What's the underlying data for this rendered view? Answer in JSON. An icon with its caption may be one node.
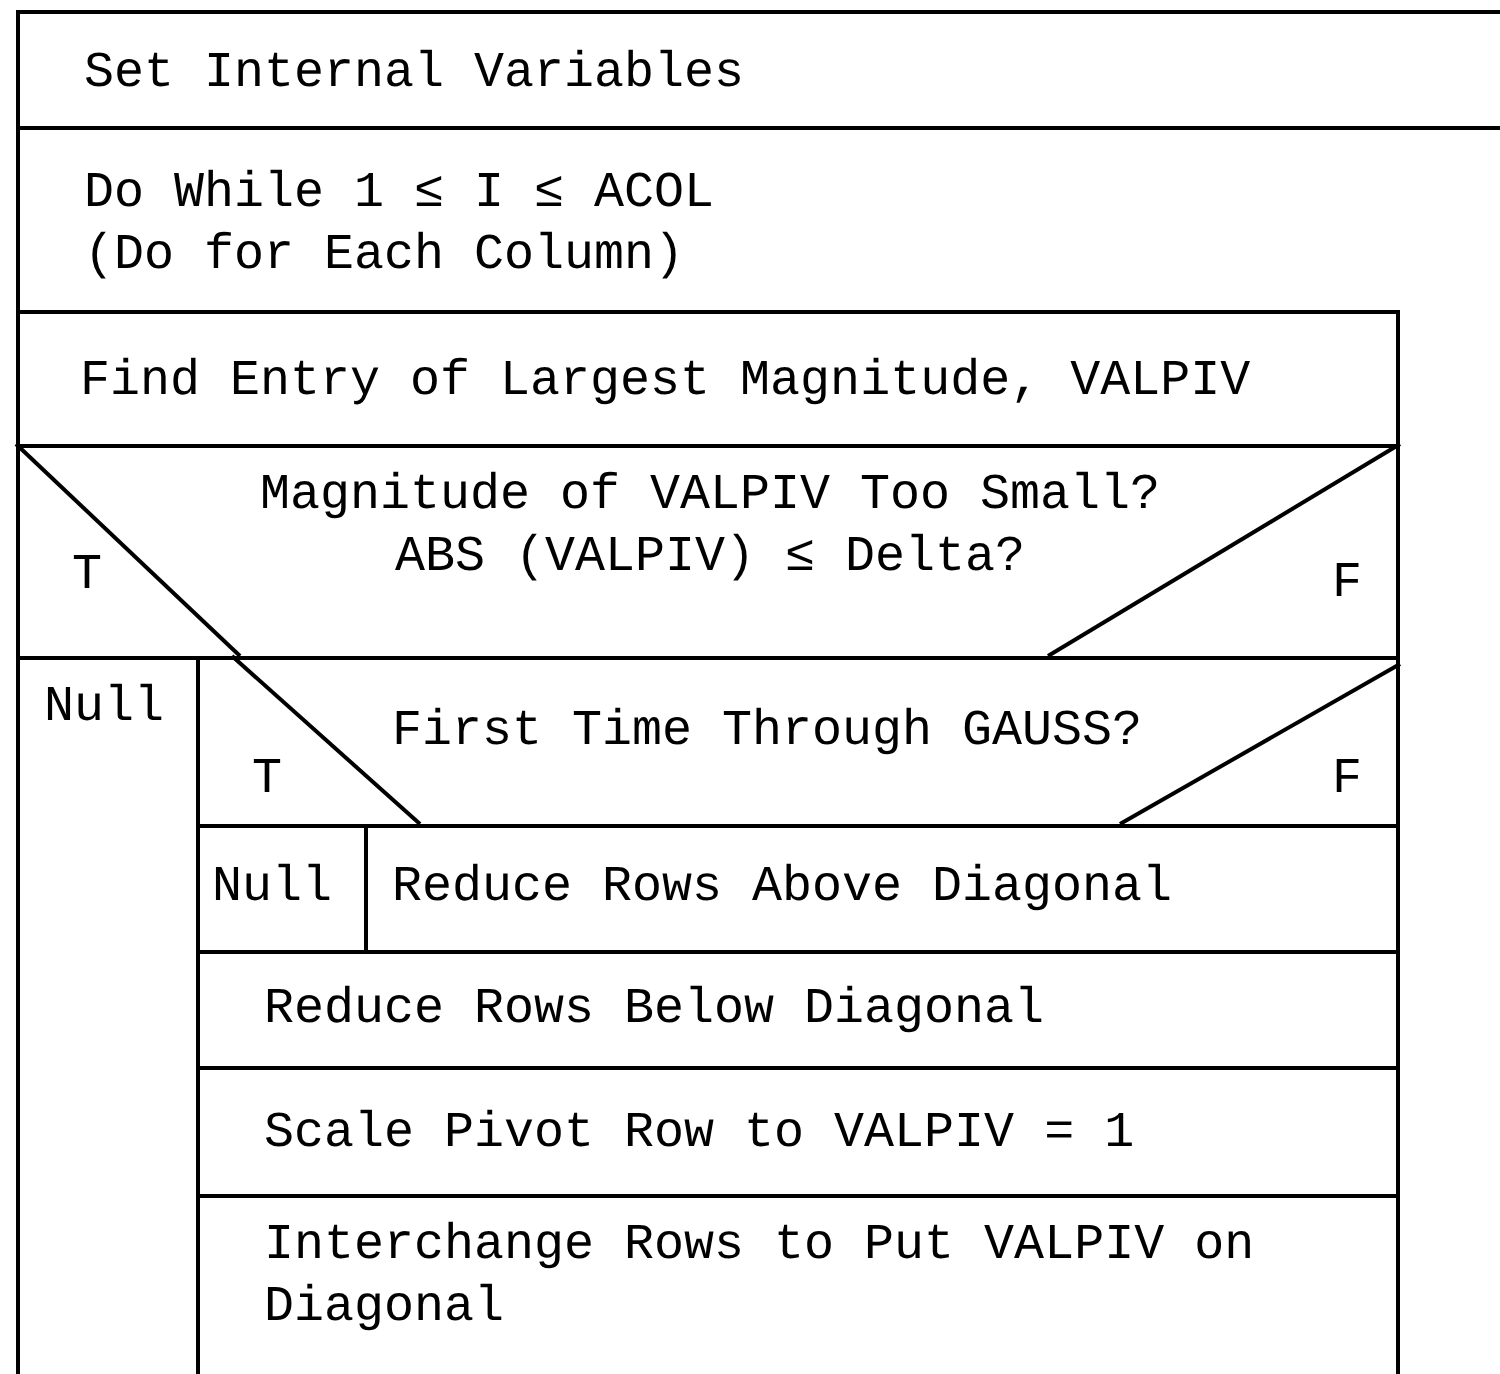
{
  "diagram": {
    "nodes": [
      {
        "text": [
          "Set Internal Variables"
        ]
      },
      {
        "text": [
          "Do While 1 ≤ I ≤ ACOL",
          "(Do for Each Column)"
        ]
      },
      {
        "text": [
          "Find Entry of Largest Magnitude, VALPIV"
        ],
        "in": 1
      },
      {
        "text": [
          "T",
          "Magnitude of VALPIV Too Small? ABS (VALPIV) ≤ Delta?",
          "F"
        ],
        "in": 1
      },
      {
        "text": [
          "Null"
        ],
        "in": 1
      },
      {
        "text": [
          "T",
          "First Time Through GAUSS?",
          "F"
        ],
        "in": 1
      },
      {
        "text": [
          "Null"
        ],
        "in": 1
      },
      {
        "text": [
          "Reduce Rows Above Diagonal"
        ],
        "in": 1
      },
      {
        "text": [
          "Reduce Rows Below Diagonal"
        ],
        "in": 1
      },
      {
        "text": [
          "Scale Pivot Row to VALPIV = 1"
        ],
        "in": 1
      },
      {
        "text": [
          "Interchange Rows to Put VALPIV on Diagonal"
        ],
        "in": 1
      }
    ],
    "edges": []
  }
}
